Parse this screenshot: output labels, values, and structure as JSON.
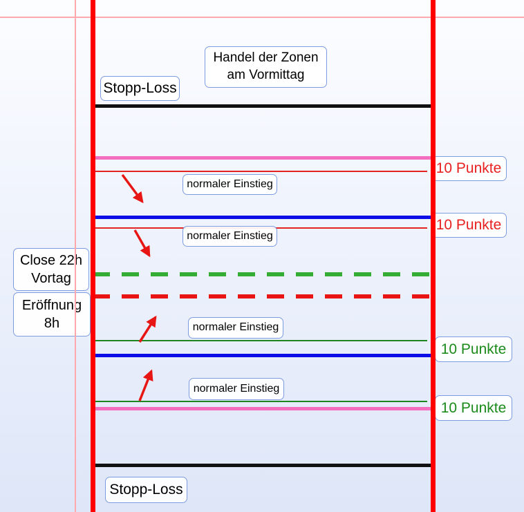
{
  "diagram": {
    "title": {
      "line1": "Handel der Zonen",
      "line2": "am Vormittag"
    },
    "stop_loss_top": "Stopp-Loss",
    "stop_loss_bottom": "Stopp-Loss",
    "close_label": {
      "line1": "Close 22h",
      "line2": "Vortag"
    },
    "open_label": {
      "line1": "Eröffnung",
      "line2": "8h"
    },
    "entry_1": "normaler Einstieg",
    "entry_2": "normaler Einstieg",
    "entry_3": "normaler Einstieg",
    "entry_4": "normaler Einstieg",
    "points_1": "10 Punkte",
    "points_2": "10 Punkte",
    "points_3": "10 Punkte",
    "points_4": "10 Punkte",
    "lines": [
      {
        "name": "upper-stop-loss-line",
        "style": "solid-thick",
        "color_key": "stop_black"
      },
      {
        "name": "upper-zone-top-line",
        "style": "solid-thick",
        "color_key": "zone_pink"
      },
      {
        "name": "upper-normal-entry-short-1",
        "style": "solid-thin",
        "color_key": "entry_red"
      },
      {
        "name": "upper-zone-bottom-line",
        "style": "solid-thick",
        "color_key": "level_blue"
      },
      {
        "name": "upper-normal-entry-short-2",
        "style": "solid-thin",
        "color_key": "entry_red"
      },
      {
        "name": "close-22h-vortag-line",
        "style": "dashed-thick",
        "color_key": "dash_green"
      },
      {
        "name": "eroeffnung-8h-line",
        "style": "dashed-thick",
        "color_key": "dash_red"
      },
      {
        "name": "lower-normal-entry-long-1",
        "style": "solid-thin",
        "color_key": "entry_green"
      },
      {
        "name": "lower-zone-top-line",
        "style": "solid-thick",
        "color_key": "level_blue"
      },
      {
        "name": "lower-normal-entry-long-2",
        "style": "solid-thin",
        "color_key": "entry_green"
      },
      {
        "name": "lower-zone-bottom-line",
        "style": "solid-thick",
        "color_key": "zone_pink"
      },
      {
        "name": "lower-stop-loss-line",
        "style": "solid-thick",
        "color_key": "stop_black"
      }
    ]
  },
  "colors": {
    "session_line": "#ff0000",
    "guide_line": "#ffa9ae",
    "zone_pink": "#f46ec0",
    "entry_red": "#e32222",
    "level_blue": "#0d0de8",
    "dash_green": "#35ad35",
    "dash_red": "#e91515",
    "entry_green": "#1e841e",
    "stop_black": "#111111",
    "box_border": "#7d9be0",
    "points_red": "#e82020",
    "points_green": "#1a8a1a",
    "arrow": "#e81515",
    "bg_top": "#fcfdff",
    "bg_bottom": "#dee6f8"
  }
}
